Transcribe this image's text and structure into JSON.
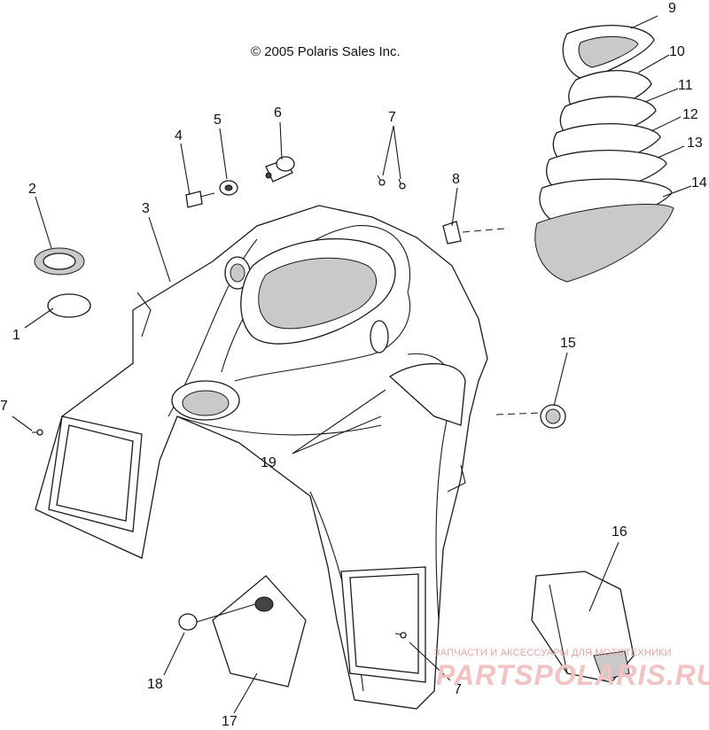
{
  "copyright": "© 2005 Polaris Sales Inc.",
  "callouts": {
    "c1": "1",
    "c2": "2",
    "c3": "3",
    "c4": "4",
    "c5": "5",
    "c6": "6",
    "c7a": "7",
    "c7b": "7",
    "c7c": "7",
    "c8": "8",
    "c9": "9",
    "c10": "10",
    "c11": "11",
    "c12": "12",
    "c13": "13",
    "c14": "14",
    "c15": "15",
    "c16": "16",
    "c17": "17",
    "c18": "18",
    "c19": "19"
  },
  "watermark": {
    "subtitle": "ЗАПЧАСТИ И АКСЕССУАРЫ ДЛЯ МОТОТЕХНИКИ",
    "site": "PARTSPOLARIS.RU"
  },
  "colors": {
    "ink": "#1a1a1a",
    "shade": "#c9c9c9",
    "watermark": "#f2c3c3"
  }
}
